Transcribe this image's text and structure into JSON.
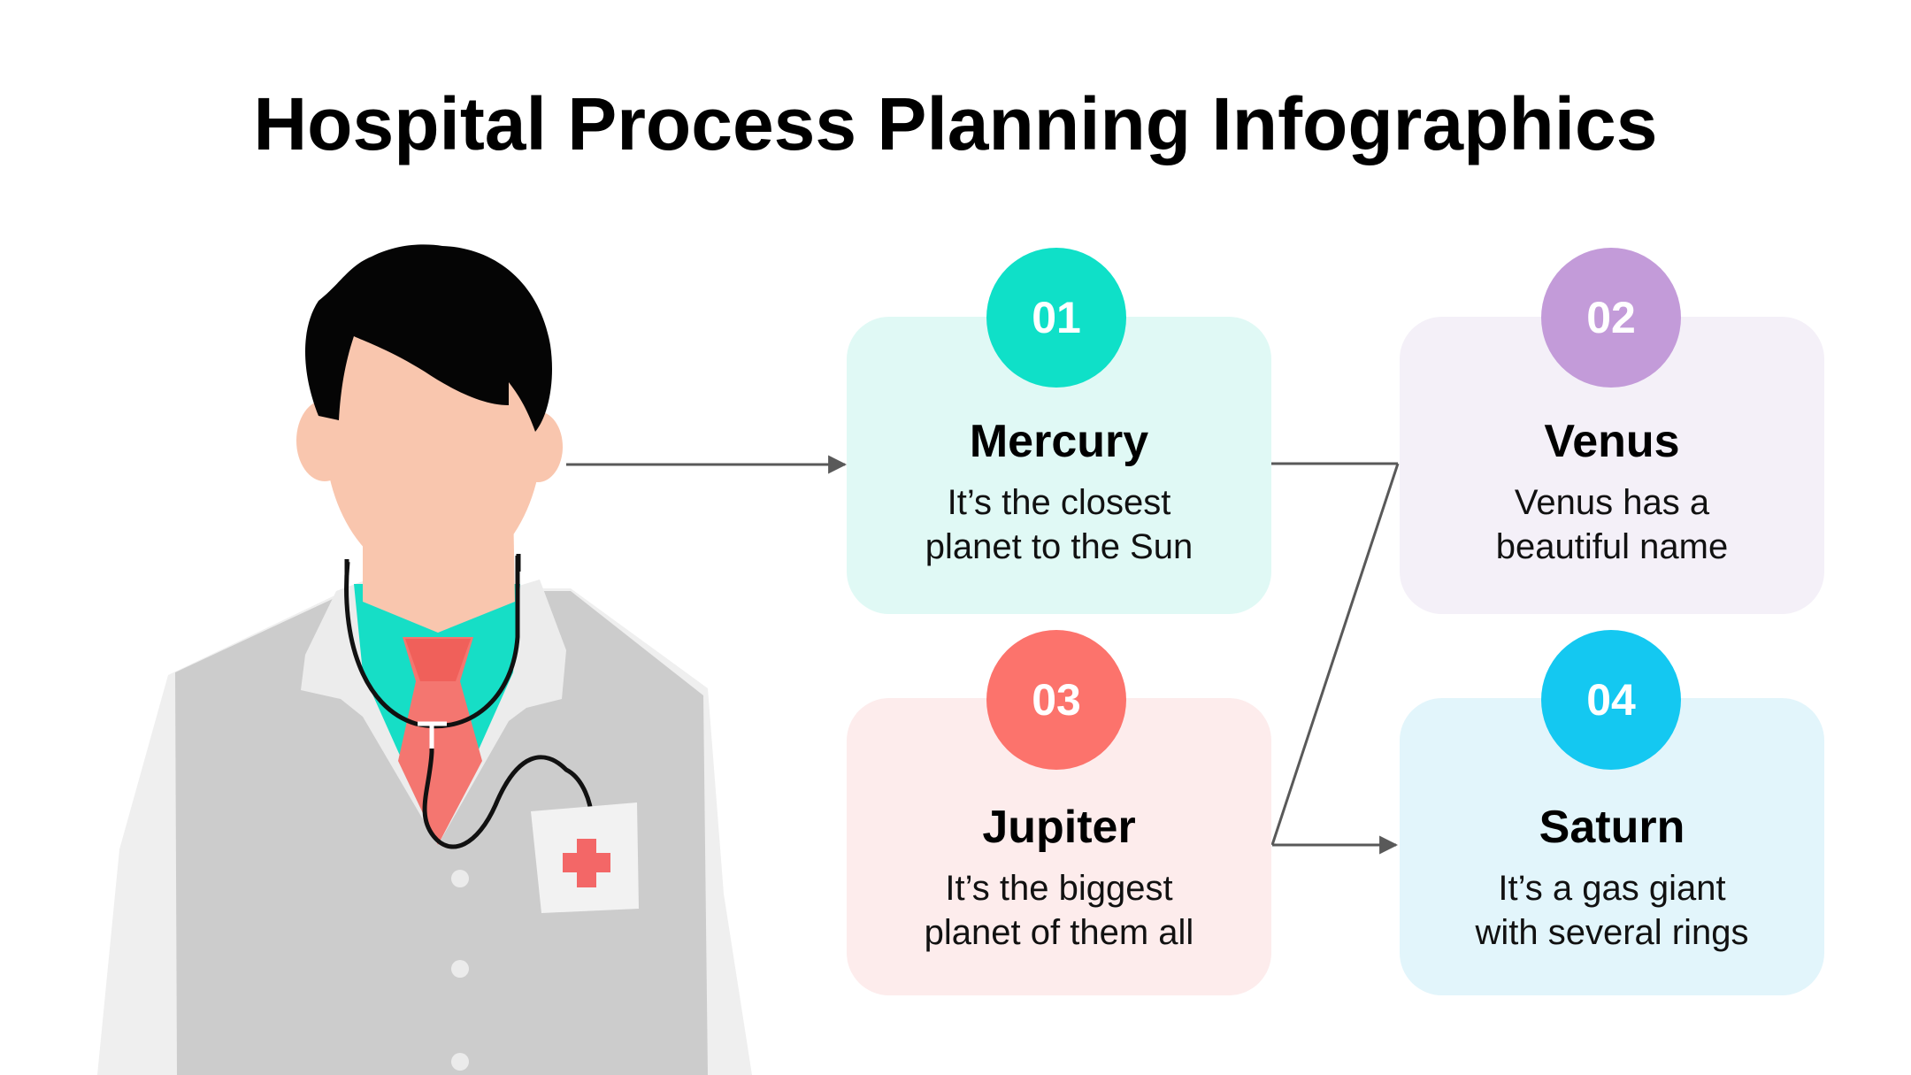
{
  "title": "Hospital Process Planning Infographics",
  "steps": [
    {
      "number": "01",
      "title": "Mercury",
      "lines": [
        "It’s the closest",
        "planet to the Sun"
      ],
      "accent": "#0fe0c8",
      "bg": "#e0f9f5"
    },
    {
      "number": "02",
      "title": "Venus",
      "lines": [
        "Venus has a",
        "beautiful name"
      ],
      "accent": "#c39bd9",
      "bg": "#f4f0f8"
    },
    {
      "number": "03",
      "title": "Jupiter",
      "lines": [
        "It’s the biggest",
        "planet of them all"
      ],
      "accent": "#fc736c",
      "bg": "#fdecec"
    },
    {
      "number": "04",
      "title": "Saturn",
      "lines": [
        "It’s a gas giant",
        "with several rings"
      ],
      "accent": "#14c8f1",
      "bg": "#e2f5fb"
    }
  ],
  "colors": {
    "hair": "#050505",
    "skin": "#f9c6ae",
    "coat": "#efefef",
    "vest": "#cccccc",
    "shirt": "#16dec6",
    "tie": "#f47670",
    "cross": "#f36767",
    "connector": "#595959"
  },
  "icons": [
    "doctor-illustration",
    "stethoscope-icon",
    "medical-cross-icon"
  ]
}
